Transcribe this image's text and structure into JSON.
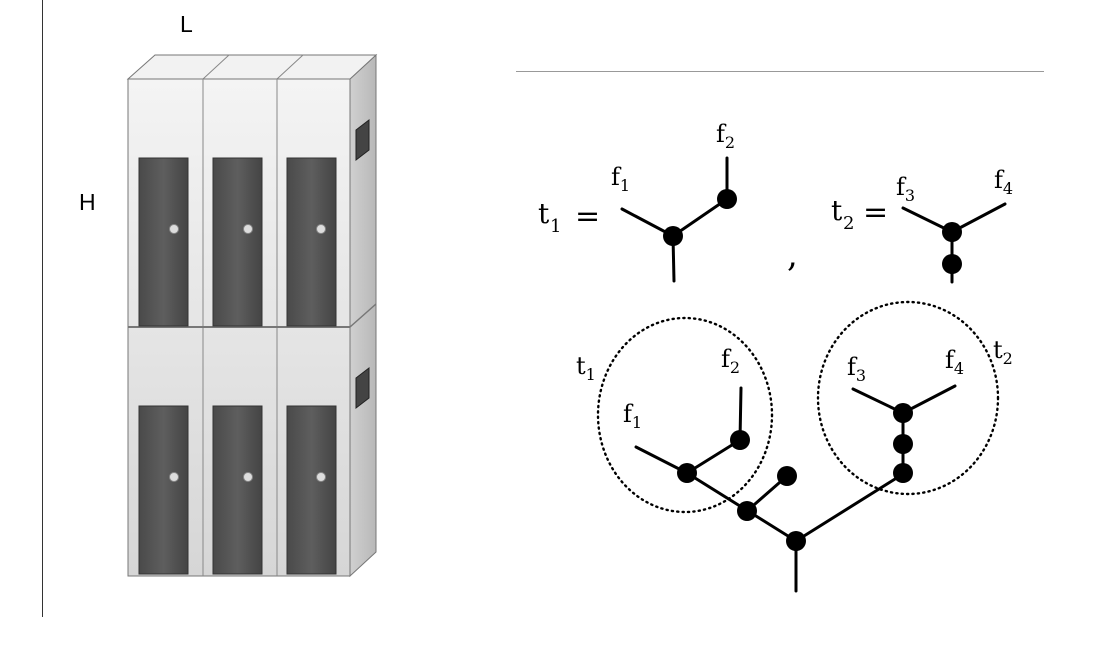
{
  "cabinet": {
    "label_length": "L",
    "label_height": "H"
  },
  "trees": {
    "t1_symbol": "t",
    "t1_index": "1",
    "t2_symbol": "t",
    "t2_index": "2",
    "equals": "=",
    "comma": ",",
    "leaf_symbol": "f",
    "leaf_1_index": "1",
    "leaf_2_index": "2",
    "leaf_3_index": "3",
    "leaf_4_index": "4"
  }
}
